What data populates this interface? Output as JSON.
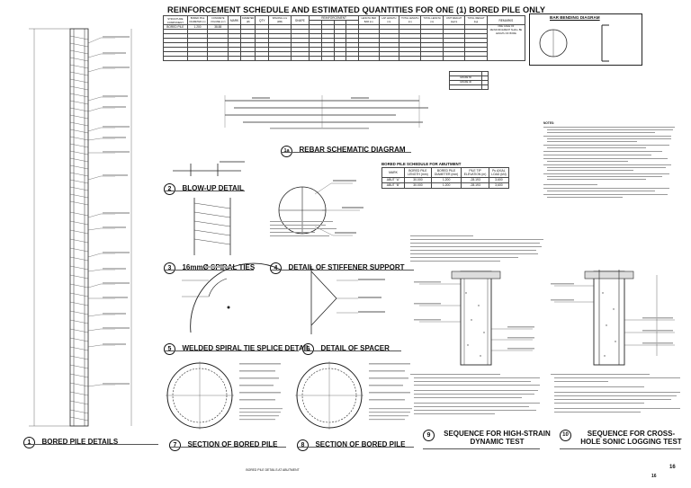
{
  "sheet_title": "REINFORCEMENT SCHEDULE AND ESTIMATED QUANTITIES FOR ONE (1) BORED PILE ONLY",
  "bar_bending_title": "BAR BENDING DIAGRAM",
  "schedule": {
    "headers": [
      "STRUCTURE COMPONENT",
      "BORED PILE DIAMETER (m)",
      "CONCRETE VOLUME (m³)",
      "MARK",
      "DIAMETER (Ø)",
      "QTY",
      "SPACING mm (MM)",
      "SHAPE",
      "REINFORCEMENT",
      "LENGTH PER BAR (m)",
      "LAP LENGTH (m)",
      "TOTAL LENGTH (m)",
      "TOTAL LENGTH (m)",
      "UNIT WEIGHT (kg/m)",
      "TOTAL WEIGHT (kg)",
      "REMARKS"
    ],
    "row_first": [
      "BORED PILE",
      "1.200",
      "38.88"
    ],
    "remarks": "ONE CAGE OF REINFORCEMENT SHALL BE LENGTH OF BORE"
  },
  "totals": {
    "grade_60": "GRADE 60",
    "grade_40": "GRADE 40"
  },
  "details": [
    {
      "num": "1",
      "title": "BORED PILE DETAILS"
    },
    {
      "num": "1a",
      "title": "REBAR SCHEMATIC DIAGRAM"
    },
    {
      "num": "2",
      "title": "BLOW-UP DETAIL"
    },
    {
      "num": "3",
      "title": "16mmØ SPIRAL TIES"
    },
    {
      "num": "4",
      "title": "DETAIL OF STIFFENER SUPPORT"
    },
    {
      "num": "5",
      "title": "WELDED SPIRAL TIE SPLICE DETAIL"
    },
    {
      "num": "6",
      "title": "DETAIL OF SPACER"
    },
    {
      "num": "7",
      "title": "SECTION OF BORED PILE"
    },
    {
      "num": "8",
      "title": "SECTION OF BORED PILE"
    },
    {
      "num": "9",
      "title": "SEQUENCE FOR HIGH-STRAIN DYNAMIC TEST"
    },
    {
      "num": "10",
      "title": "SEQUENCE FOR CROSS-HOLE SONIC LOGGING TEST"
    }
  ],
  "bp_schedule": {
    "title": "BORED PILE SCHEDULE FOR ABUTMENT",
    "headers": [
      "MARK",
      "BORED PILE LENGTH (mm)",
      "BORED PILE DIAMETER (mm)",
      "PILE TIP ELEVATION (m)",
      "Pu AXIAL LOAD (kN)"
    ],
    "rows": [
      [
        "ABUT \"A\"",
        "30.000",
        "1.200",
        "-28.193",
        "3,600"
      ],
      [
        "ABUT \"B\"",
        "30.000",
        "1.200",
        "-28.193",
        "3,600"
      ]
    ]
  },
  "notes_heading": "NOTES:",
  "footer_label": "BORED PILE DETAILS AT ABUTMENT",
  "sheet_number": "16",
  "sheet_number_small": "16"
}
